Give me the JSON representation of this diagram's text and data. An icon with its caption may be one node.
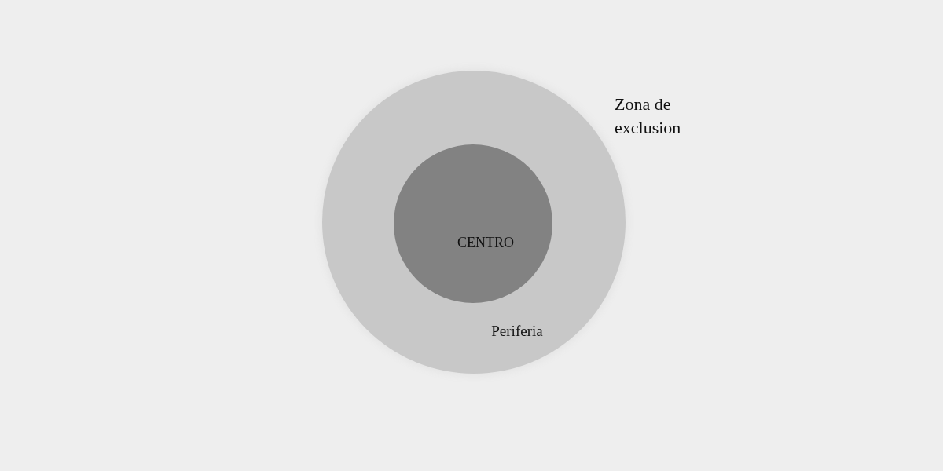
{
  "diagram": {
    "nodes": [
      {
        "text": [
          "Periferia"
        ]
      },
      {
        "text": [
          "CENTRO"
        ],
        "in": 0
      }
    ],
    "labels": [
      "Zona de exclusion"
    ]
  }
}
